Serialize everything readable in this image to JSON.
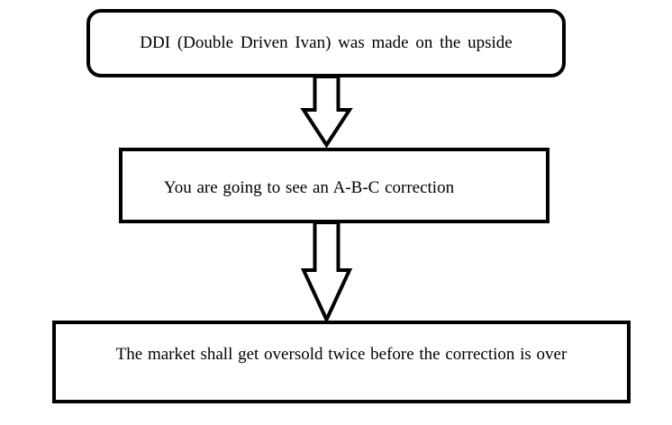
{
  "diagram": {
    "type": "flowchart",
    "background_color": "#ffffff",
    "line_color": "#000000",
    "boxes": [
      {
        "shape": "rounded-rectangle",
        "text": "DDI (Double Driven Ivan) was made on the upside"
      },
      {
        "shape": "rectangle",
        "text": "You are going to see an A-B-C correction"
      },
      {
        "shape": "rectangle",
        "text": "The market shall get oversold twice before the correction is over"
      }
    ],
    "connectors": [
      {
        "type": "block-arrow",
        "direction": "down",
        "from_box": 1,
        "to_box": 2
      },
      {
        "type": "block-arrow",
        "direction": "down",
        "from_box": 2,
        "to_box": 3
      }
    ]
  }
}
